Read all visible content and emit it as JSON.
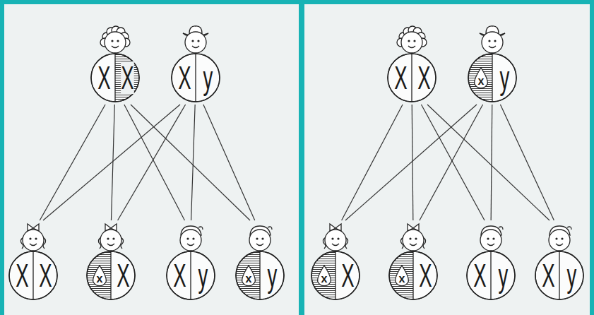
{
  "diagram": {
    "nodes": [
      {
        "text": [
          "X",
          "X"
        ]
      },
      {
        "text": [
          "X",
          "y"
        ]
      },
      {
        "text": [
          "X",
          "X"
        ]
      },
      {
        "text": [
          "x",
          "X"
        ]
      },
      {
        "text": [
          "X",
          "y"
        ]
      },
      {
        "text": [
          "x",
          "y"
        ]
      },
      {
        "text": [
          "X",
          "X"
        ]
      },
      {
        "text": [
          "x",
          "y"
        ]
      },
      {
        "text": [
          "x",
          "X"
        ]
      },
      {
        "text": [
          "x",
          "X"
        ]
      },
      {
        "text": [
          "X",
          "y"
        ]
      },
      {
        "text": [
          "X",
          "y"
        ]
      }
    ],
    "edges": [
      {
        "from": 0,
        "to": 2,
        "arrow": "none"
      },
      {
        "from": 0,
        "to": 3,
        "arrow": "none"
      },
      {
        "from": 0,
        "to": 4,
        "arrow": "none"
      },
      {
        "from": 0,
        "to": 5,
        "arrow": "none"
      },
      {
        "from": 1,
        "to": 2,
        "arrow": "none"
      },
      {
        "from": 1,
        "to": 3,
        "arrow": "none"
      },
      {
        "from": 1,
        "to": 4,
        "arrow": "none"
      },
      {
        "from": 1,
        "to": 5,
        "arrow": "none"
      },
      {
        "from": 6,
        "to": 8,
        "arrow": "none"
      },
      {
        "from": 6,
        "to": 9,
        "arrow": "none"
      },
      {
        "from": 6,
        "to": 10,
        "arrow": "none"
      },
      {
        "from": 6,
        "to": 11,
        "arrow": "none"
      },
      {
        "from": 7,
        "to": 8,
        "arrow": "none"
      },
      {
        "from": 7,
        "to": 9,
        "arrow": "none"
      },
      {
        "from": 7,
        "to": 10,
        "arrow": "none"
      },
      {
        "from": 7,
        "to": 11,
        "arrow": "none"
      }
    ]
  }
}
